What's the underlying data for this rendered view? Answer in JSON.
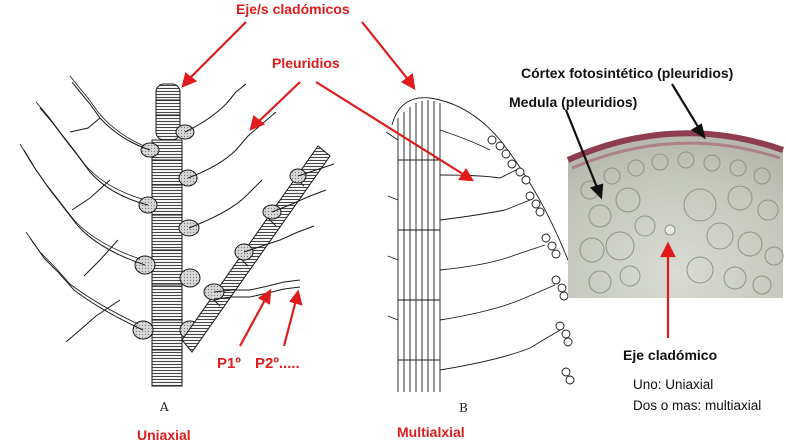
{
  "labels": {
    "ejes_cladomicos": "Eje/s cladómicos",
    "pleuridios": "Pleuridios",
    "cortex": "Córtex fotosintético (pleuridios)",
    "medula": "Medula (pleuridios)",
    "p1": "P1º",
    "p2": "P2º.....",
    "eje_cladomico": "Eje cladómico",
    "uniaxial_def": "Uno: Uniaxial",
    "multiaxial_def": "Dos o mas: multiaxial",
    "fig_a": "A",
    "fig_b": "B",
    "uniaxial": "Uniaxial",
    "multiaxial": "Multialxial"
  },
  "colors": {
    "accent_red": "#e01b1b",
    "ink": "#1a1a1a"
  }
}
